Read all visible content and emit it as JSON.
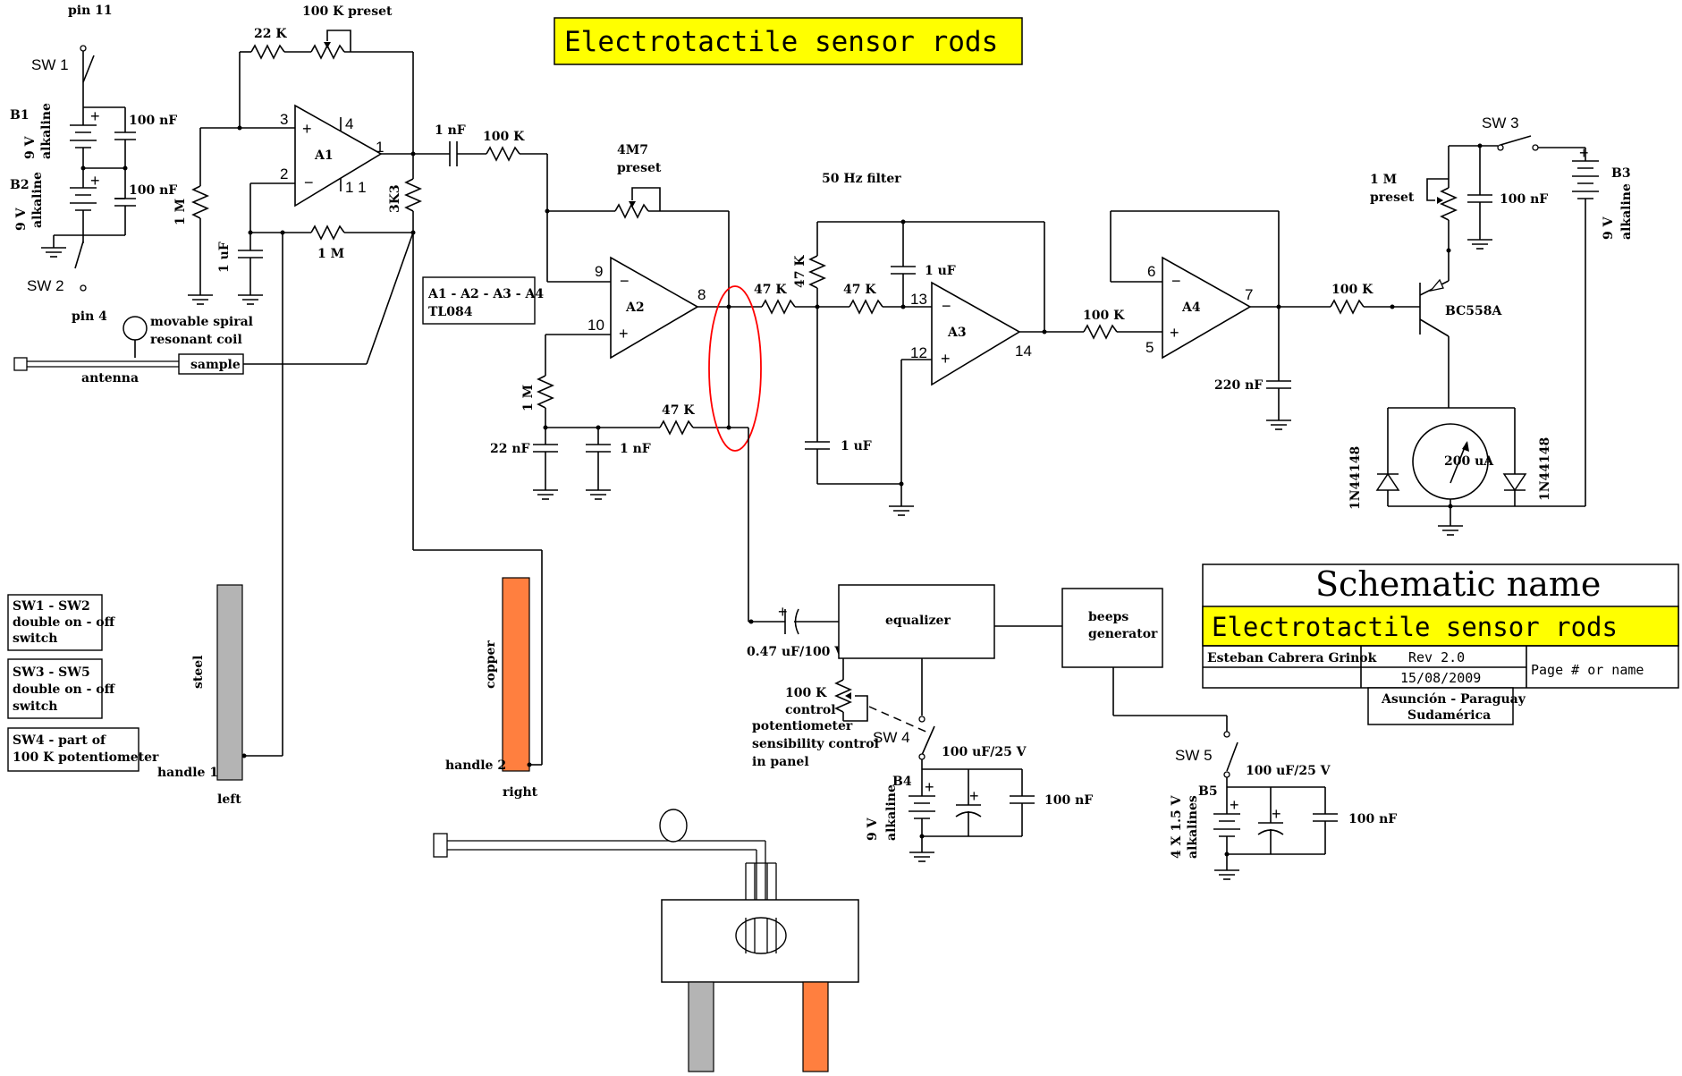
{
  "title": "Electrotactile sensor rods",
  "switches": {
    "sw1": "SW 1",
    "sw2": "SW 2",
    "sw3": "SW 3",
    "sw4": "SW 4",
    "sw5": "SW 5",
    "pin11": "pin 11",
    "pin4": "pin 4"
  },
  "batteries": {
    "b1": "B1",
    "b2": "B2",
    "b3": "B3",
    "b4": "B4",
    "b5": "B5",
    "v9": "9 V",
    "alkaline": "alkaline",
    "v4x15": "4 X 1.5 V",
    "alkalines": "alkalines"
  },
  "components": {
    "r22k": "22 K",
    "preset100k": "100 K preset",
    "c100nf": "100 nF",
    "c1nf": "1 nF",
    "r100k": "100 K",
    "r1m": "1 M",
    "c1uf": "1 uF",
    "r3k3": "3K3",
    "preset4m7": "4M7",
    "preset_word": "preset",
    "r47k": "47 K",
    "c22nf": "22 nF",
    "c220nf": "220 nF",
    "preset1m": "1 M",
    "c047": "0.47 uF/100 V",
    "c100uf": "100 uF/25 V",
    "transistor": "BC558A",
    "diode": "1N44148",
    "meter": "200 uA",
    "pot100k": "100 K",
    "control": "control",
    "potentiometer": "potentiometer",
    "sens": "sensibility control",
    "inpanel": "in panel"
  },
  "opamps": {
    "a1": "A1",
    "a2": "A2",
    "a3": "A3",
    "a4": "A4",
    "note_line1": "A1 - A2 - A3 - A4",
    "note_line2": "TL084"
  },
  "pins": {
    "p1": "1",
    "p2": "2",
    "p3": "3",
    "p4": "4",
    "p11": "1 1",
    "p5": "5",
    "p6": "6",
    "p7": "7",
    "p8": "8",
    "p9": "9",
    "p10": "10",
    "p12": "12",
    "p13": "13",
    "p14": "14"
  },
  "labels": {
    "filter": "50 Hz filter",
    "coil1": "movable spiral",
    "coil2": "resonant coil",
    "antenna": "antenna",
    "sample": "sample",
    "equalizer": "equalizer",
    "beeps1": "beeps",
    "beeps2": "generator",
    "steel": "steel",
    "copper": "copper",
    "handle1": "handle 1",
    "handle2": "handle 2",
    "left": "left",
    "right": "right"
  },
  "notes": {
    "n1_1": "SW1 - SW2",
    "n1_2": "double on - off",
    "n1_3": "switch",
    "n2_1": "SW3 - SW5",
    "n2_2": "double on - off",
    "n2_3": "switch",
    "n3_1": "SW4 - part of",
    "n3_2": "100 K potentiometer"
  },
  "title_block": {
    "schematic_name": "Schematic name",
    "project": "Electrotactile sensor rods",
    "author": "Esteban Cabrera Grinok",
    "rev": "Rev 2.0",
    "date": "15/08/2009",
    "page": "Page # or name",
    "location1": "Asunción - Paraguay",
    "location2": "Sudamérica"
  },
  "colors": {
    "title_bg": "#ffff00",
    "copper": "#ff7f3f",
    "steel": "#b4b4b4",
    "highlight": "#ff0000"
  }
}
